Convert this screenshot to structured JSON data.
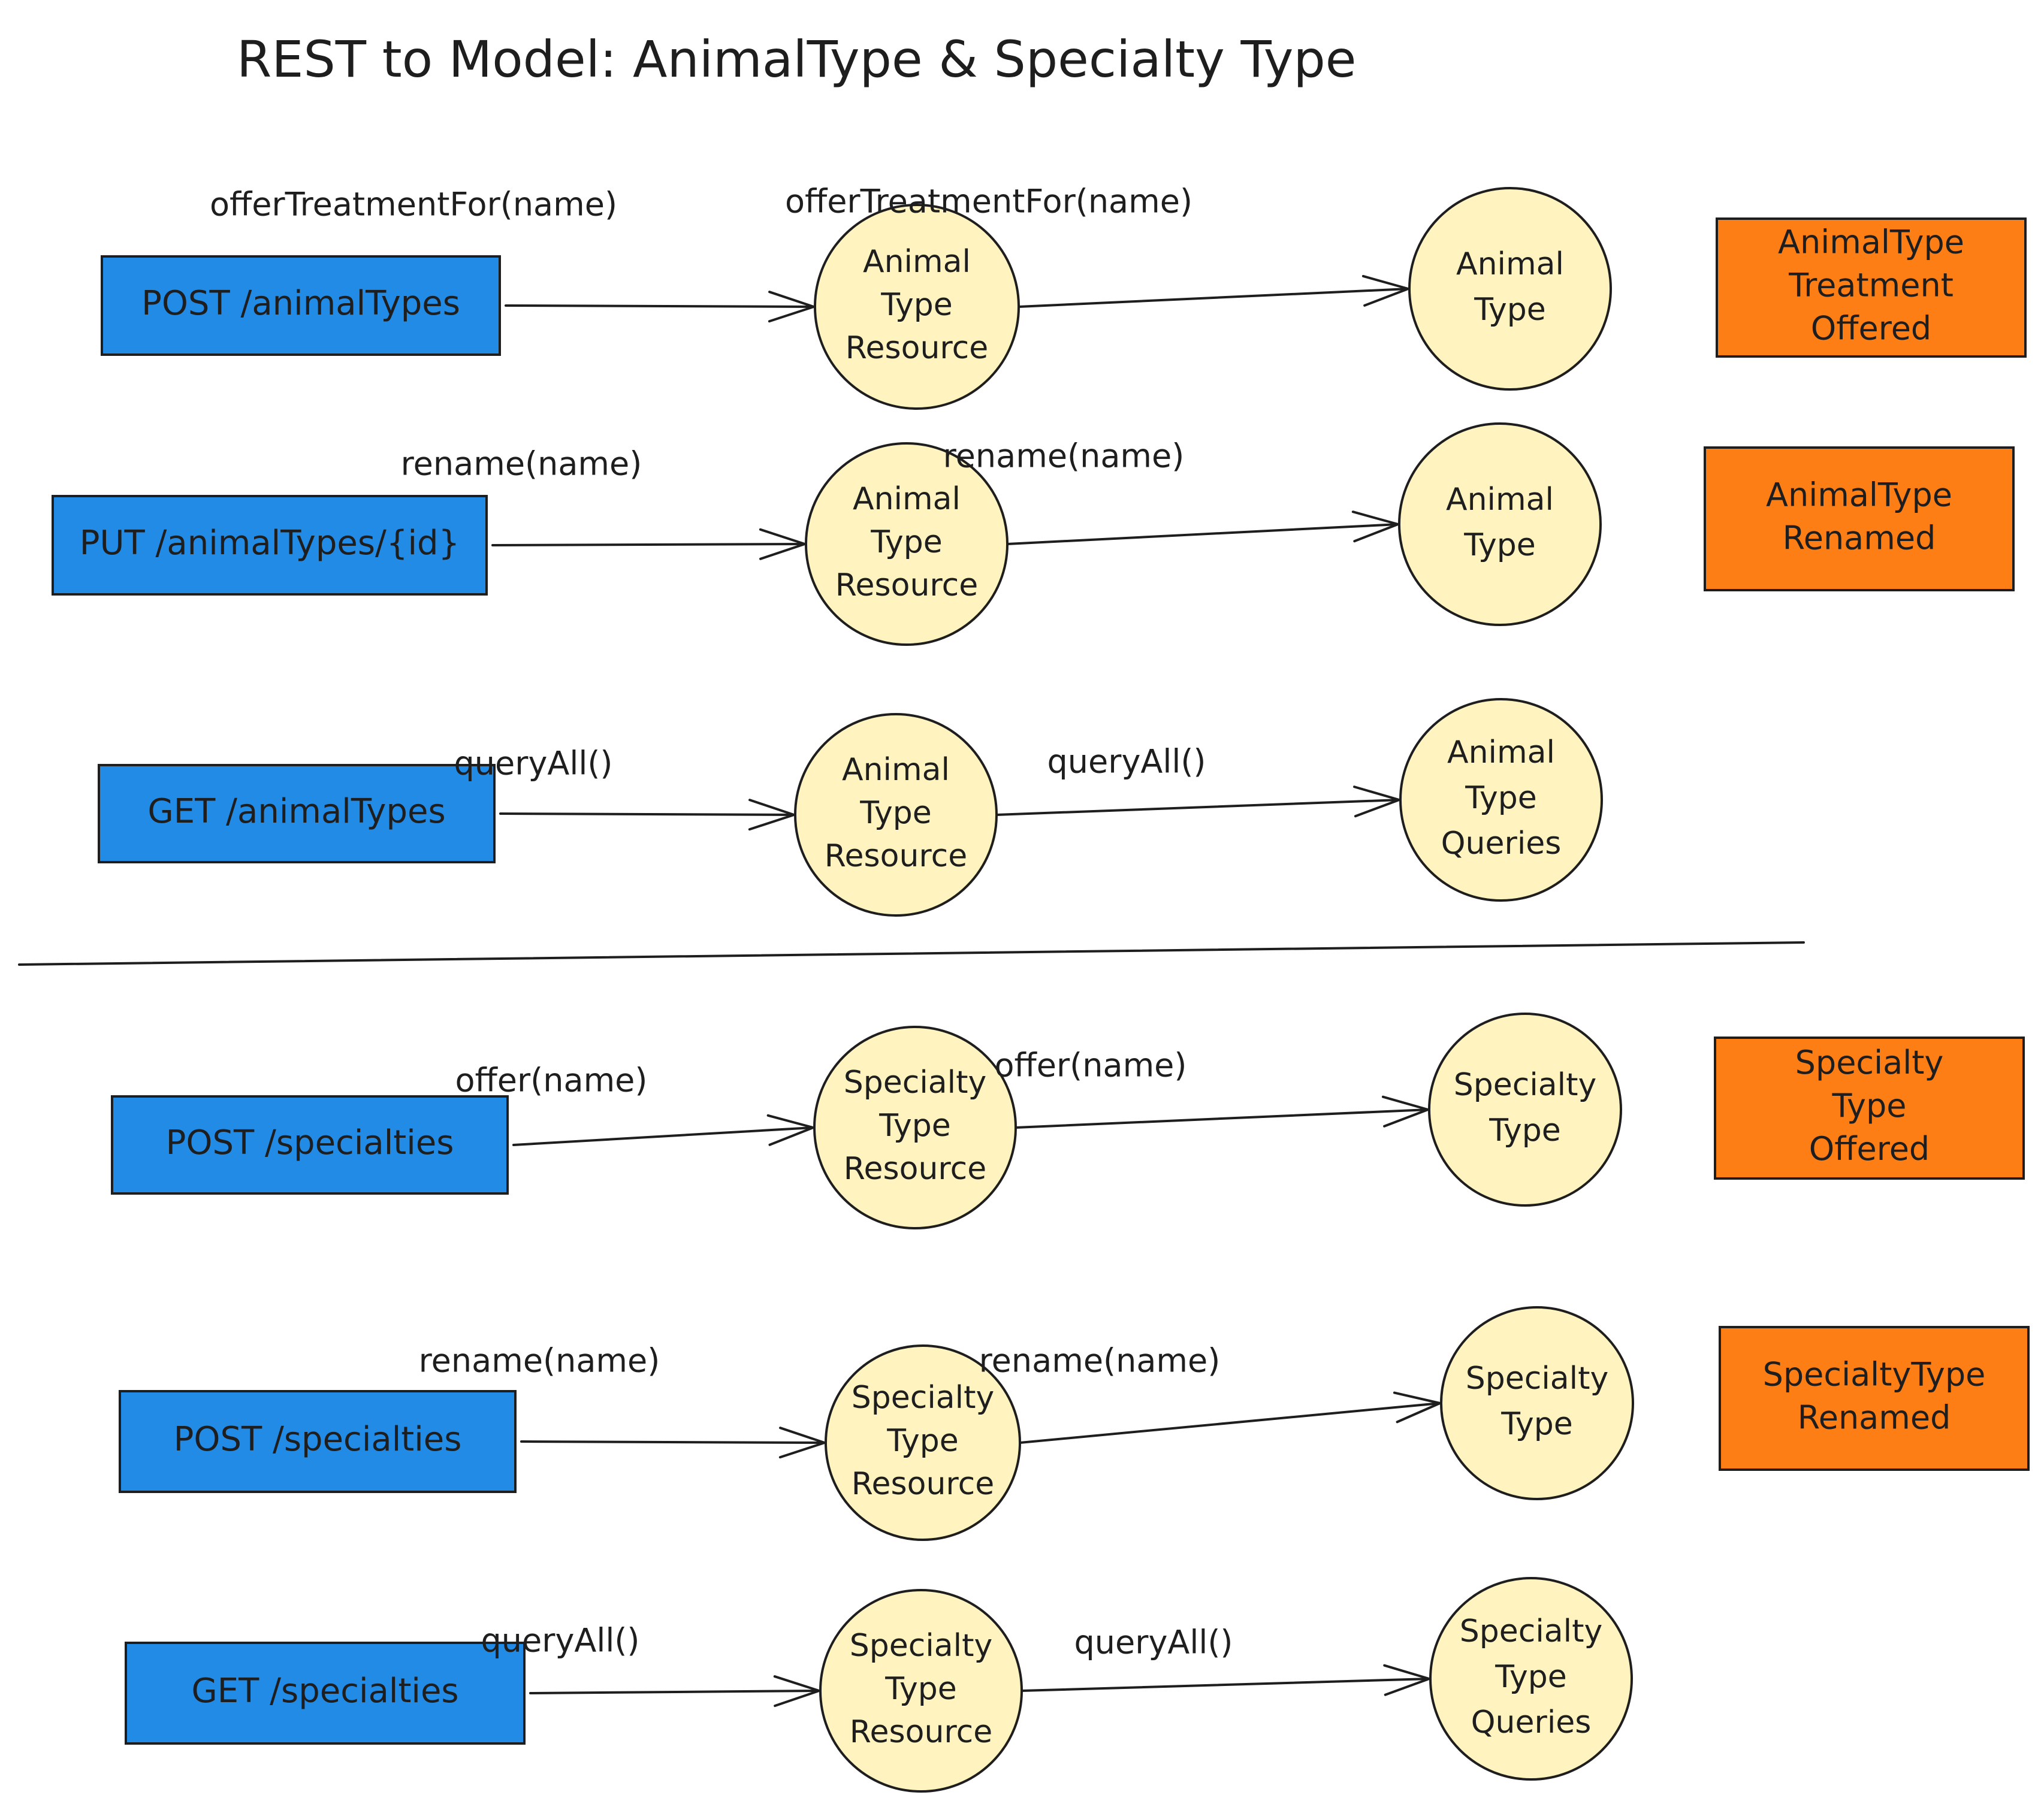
{
  "title": "REST to Model: AnimalType & Specialty Type",
  "colors": {
    "endpoint_fill": "#228be6",
    "node_fill": "#fff3bf",
    "event_fill": "#fd7e14",
    "ink": "#1e1e1e"
  },
  "rows": [
    {
      "endpoint": "POST /animalTypes",
      "call1": "offerTreatmentFor(name)",
      "resource": [
        "Animal",
        "Type",
        "Resource"
      ],
      "call2": "offerTreatmentFor(name)",
      "target": [
        "Animal",
        "Type"
      ],
      "event": [
        "AnimalType",
        "Treatment",
        "Offered"
      ]
    },
    {
      "endpoint": "PUT /animalTypes/{id}",
      "call1": "rename(name)",
      "resource": [
        "Animal",
        "Type",
        "Resource"
      ],
      "call2": "rename(name)",
      "target": [
        "Animal",
        "Type"
      ],
      "event": [
        "AnimalType",
        "Renamed"
      ]
    },
    {
      "endpoint": "GET /animalTypes",
      "call1": "queryAll()",
      "resource": [
        "Animal",
        "Type",
        "Resource"
      ],
      "call2": "queryAll()",
      "target": [
        "Animal",
        "Type",
        "Queries"
      ],
      "event": []
    },
    {
      "endpoint": "POST /specialties",
      "call1": "offer(name)",
      "resource": [
        "Specialty",
        "Type",
        "Resource"
      ],
      "call2": "offer(name)",
      "target": [
        "Specialty",
        "Type"
      ],
      "event": [
        "Specialty",
        "Type",
        "Offered"
      ]
    },
    {
      "endpoint": "POST /specialties",
      "call1": "rename(name)",
      "resource": [
        "Specialty",
        "Type",
        "Resource"
      ],
      "call2": "rename(name)",
      "target": [
        "Specialty",
        "Type"
      ],
      "event": [
        "SpecialtyType",
        "Renamed"
      ]
    },
    {
      "endpoint": "GET /specialties",
      "call1": "queryAll()",
      "resource": [
        "Specialty",
        "Type",
        "Resource"
      ],
      "call2": "queryAll()",
      "target": [
        "Specialty",
        "Type",
        "Queries"
      ],
      "event": []
    }
  ]
}
